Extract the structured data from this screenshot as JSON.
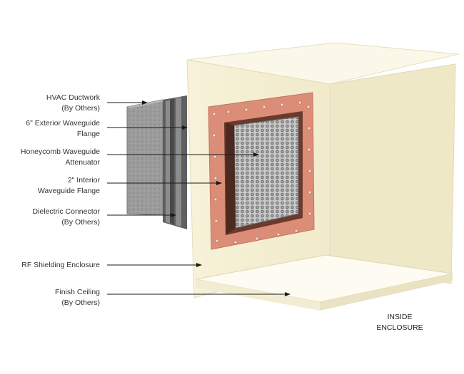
{
  "colors": {
    "enclosure_wall": "#f6f1d7",
    "enclosure_inner": "#efe8c4",
    "interior_flange": "#d98a74",
    "honeycomb": "#b7b7b7",
    "ductwork": "#9a9a9a",
    "dielectric_connector": "#6d6d6d",
    "ceiling": "#fdfbf1",
    "leader_line": "#1a1a1a"
  },
  "labels": {
    "hvac": [
      "HVAC Ductwork",
      "(By Others)"
    ],
    "exterior_flange": [
      "6\" Exterior Waveguide",
      "Flange"
    ],
    "honeycomb": [
      "Honeycomb Waveguide",
      "Attenuator"
    ],
    "interior_flange": [
      "2\" Interior",
      "Waveguide Flange"
    ],
    "dielectric": [
      "Dielectric Connector",
      "(By Others)"
    ],
    "enclosure": [
      "RF Shielding Enclosure"
    ],
    "ceiling": [
      "Finish Ceiling",
      "(By Others)"
    ]
  },
  "corner_label": [
    "INSIDE",
    "ENCLOSURE"
  ]
}
